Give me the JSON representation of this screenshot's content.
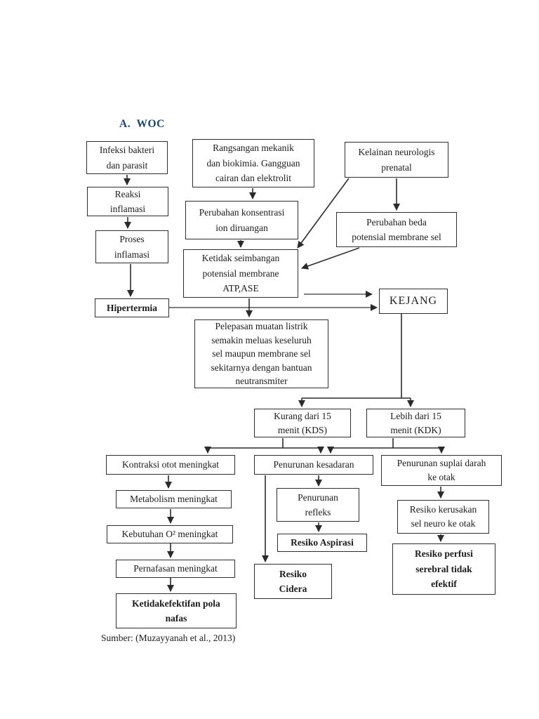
{
  "page": {
    "title": "A.  WOC",
    "source": "Sumber: (Muzayyanah et al., 2013)"
  },
  "colors": {
    "title_text": "#1F4470",
    "line": "#2B2B2B",
    "box_border": "#2E2E2E",
    "background": "#FFFFFF"
  },
  "nodes": {
    "infeksi": "Infeksi bakteri\ndan parasit",
    "rangsangan": "Rangsangan mekanik\ndan biokimia. Gangguan\ncairan dan elektrolit",
    "kelainan": "Kelainan neurologis\nprenatal",
    "reaksi": "Reaksi\ninflamasi",
    "konsentrasi": "Perubahan konsentrasi\nion diruangan",
    "beda": "Perubahan beda\npotensial membrane sel",
    "proses": "Proses\ninflamasi",
    "ketidak": "Ketidak seimbangan\npotensial membrane\nATP,ASE",
    "hipertermia": "Hipertermia",
    "kejang": "KEJANG",
    "pelepasan": "Pelepasan muatan listrik\nsemakin meluas keseluruh\nsel maupun membrane sel\nsekitarnya dengan bantuan\nneutransmiter",
    "kurang": "Kurang dari 15\nmenit (KDS)",
    "lebih": "Lebih dari 15\nmenit (KDK)",
    "kontraksi": "Kontraksi otot meningkat",
    "kesadaran": "Penurunan kesadaran",
    "suplai": "Penurunan suplai darah\nke otak",
    "metabolism": "Metabolism meningkat",
    "refleks": "Penurunan\nrefleks",
    "kerusakan": "Resiko kerusakan\nsel neuro ke otak",
    "kebutuhan": "Kebutuhan O² meningkat",
    "aspirasi": "Resiko Aspirasi",
    "pernafasan": "Pernafasan meningkat",
    "perfusi": "Resiko perfusi\nserebral tidak\nefektif",
    "cidera": "Resiko\nCidera",
    "ketidakefektifan": "Ketidakefektifan pola\nnafas"
  }
}
